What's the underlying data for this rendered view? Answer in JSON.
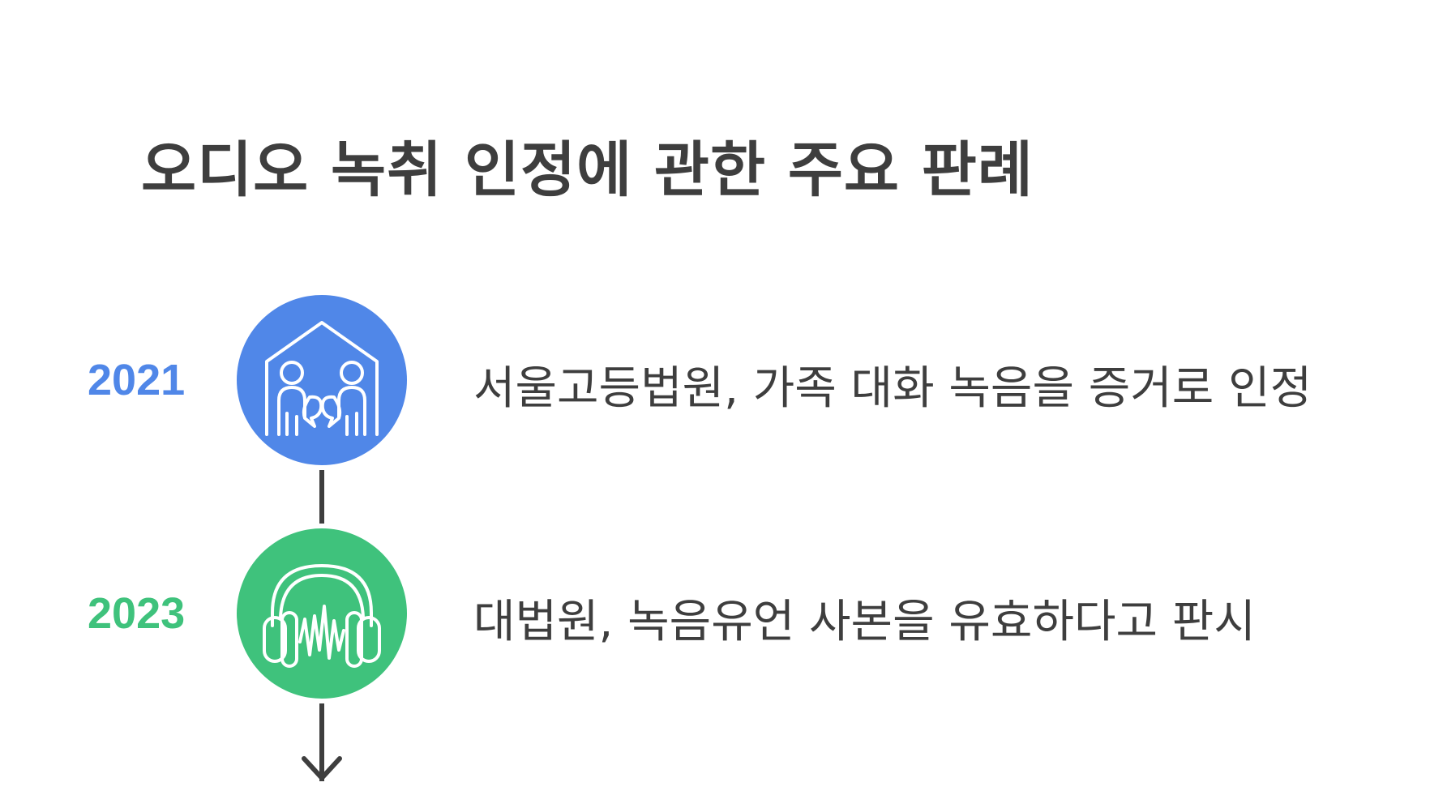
{
  "title": "오디오 녹취 인정에 관한 주요 판례",
  "timeline": [
    {
      "year": "2021",
      "description": "서울고등법원, 가족 대화 녹음을 증거로 인정",
      "color": "#5087e8",
      "icon": "family-home-icon"
    },
    {
      "year": "2023",
      "description": "대법원, 녹음유언 사본을 유효하다고 판시",
      "color": "#3fc27c",
      "icon": "headphones-waveform-icon"
    }
  ]
}
